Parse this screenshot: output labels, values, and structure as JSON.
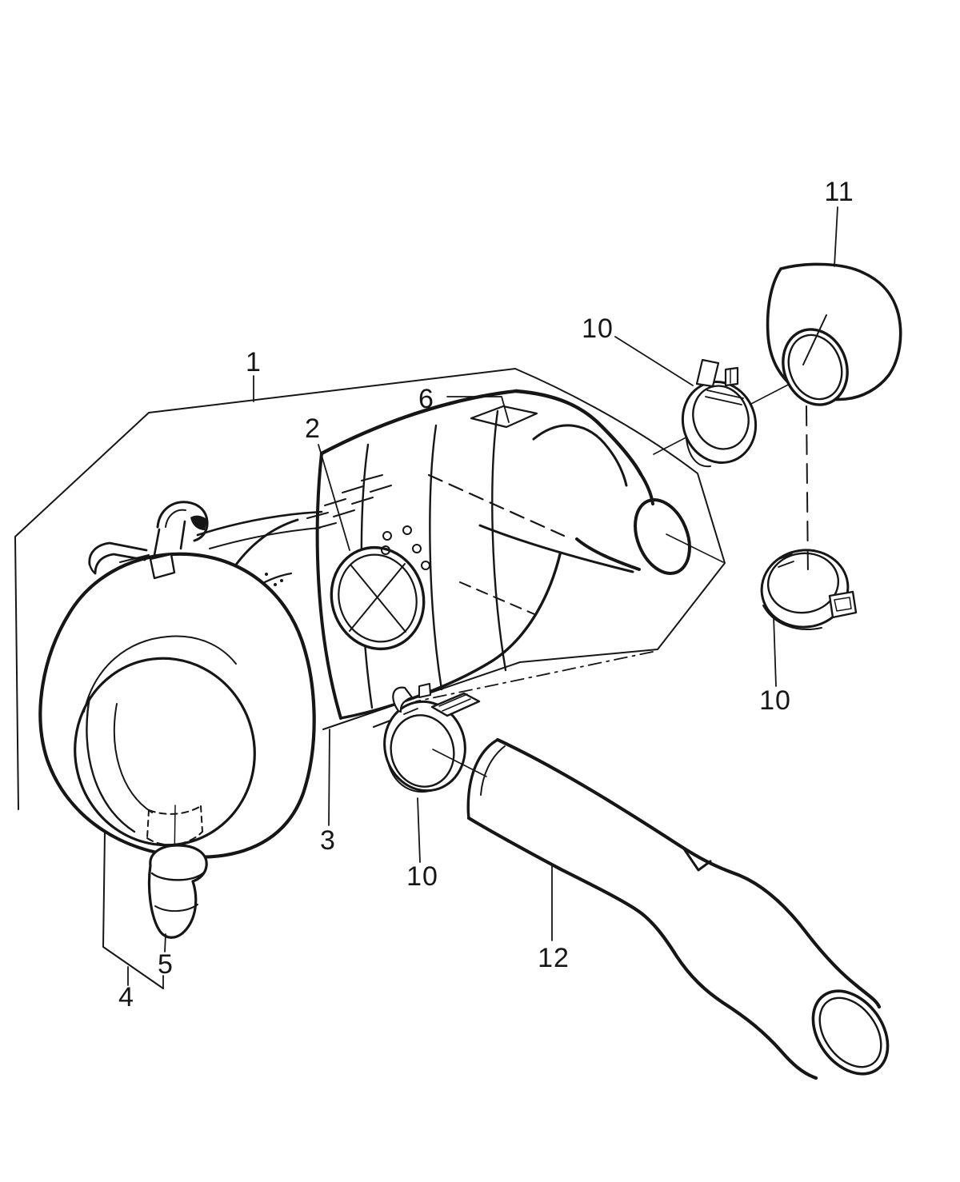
{
  "diagram": {
    "kind": "exploded-parts-line-drawing",
    "callouts": {
      "c1": "1",
      "c2": "2",
      "c3": "3",
      "c4": "4",
      "c5": "5",
      "c6": "6",
      "c10_upper": "10",
      "c10_right": "10",
      "c10_lower": "10",
      "c11": "11",
      "c12": "12"
    },
    "colors": {
      "ink": "#161616",
      "paper": "#ffffff"
    }
  }
}
